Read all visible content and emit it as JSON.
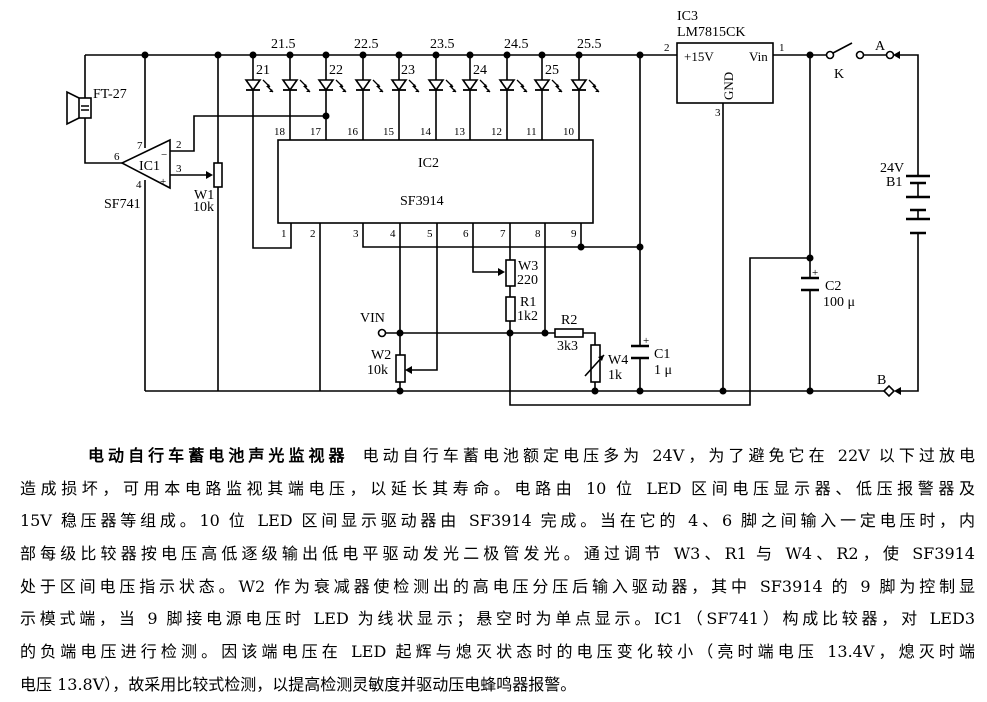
{
  "circuit": {
    "speaker": "FT-27",
    "ic1": {
      "name": "IC1",
      "part": "SF741",
      "pins": [
        "7",
        "6",
        "2",
        "3",
        "4"
      ],
      "minus": "−",
      "plus": "+"
    },
    "w1": {
      "name": "W1",
      "value": "10k"
    },
    "led_voltages": [
      "21.5",
      "22.5",
      "23.5",
      "24.5",
      "25.5"
    ],
    "led_labels": [
      "21",
      "22",
      "23",
      "24",
      "25"
    ],
    "ic2": {
      "name": "IC2",
      "part": "SF3914",
      "top_pins": [
        "18",
        "17",
        "16",
        "15",
        "14",
        "13",
        "12",
        "11",
        "10"
      ],
      "bottom_pins": [
        "1",
        "2",
        "3",
        "4",
        "5",
        "6",
        "7",
        "8",
        "9"
      ]
    },
    "ic3": {
      "name": "IC3",
      "part": "LM7815CK",
      "out": "+15V",
      "in": "Vin",
      "gnd": "GND",
      "pins": [
        "2",
        "1",
        "3"
      ]
    },
    "switch": "K",
    "terminal_a": "A",
    "terminal_b": "B",
    "battery": {
      "voltage": "24V",
      "name": "B1"
    },
    "c2": {
      "name": "C2",
      "value": "100 μ"
    },
    "c1": {
      "name": "C1",
      "value": "1 μ"
    },
    "w3": {
      "name": "W3",
      "value": "220"
    },
    "r1": {
      "name": "R1",
      "value": "1k2"
    },
    "r2": {
      "name": "R2",
      "value": "3k3"
    },
    "w4": {
      "name": "W4",
      "value": "1k"
    },
    "w2": {
      "name": "W2",
      "value": "10k"
    },
    "vin": "VIN"
  },
  "description": {
    "title": "电动自行车蓄电池声光监视器",
    "lines": [
      "电动自行车蓄电池额定电压多为 24V，为了避免它在 22V 以下过放电",
      "造成损坏，可用本电路监视其端电压，以延长其寿命。电路由 10 位 LED 区间电压显示器、低压报警器及",
      "15V 稳压器等组成。10 位 LED 区间显示驱动器由 SF3914 完成。当在它的 4、6 脚之间输入一定电压时，内",
      "部每级比较器按电压高低逐级输出低电平驱动发光二极管发光。通过调节 W3、R1 与 W4、R2，使 SF3914",
      "处于区间电压指示状态。W2 作为衰减器使检测出的高电压分压后输入驱动器，其中 SF3914 的 9 脚为控制显",
      "示模式端，当 9 脚接电源电压时 LED 为线状显示；悬空时为单点显示。IC1（SF741）构成比较器，对 LED3",
      "的负端电压进行检测。因该端电压在 LED 起辉与熄灭状态时的电压变化较小（亮时端电压 13.4V，熄灭时端",
      "电压 13.8V），故采用比较式检测，以提高检测灵敏度并驱动压电蜂鸣器报警。"
    ]
  }
}
